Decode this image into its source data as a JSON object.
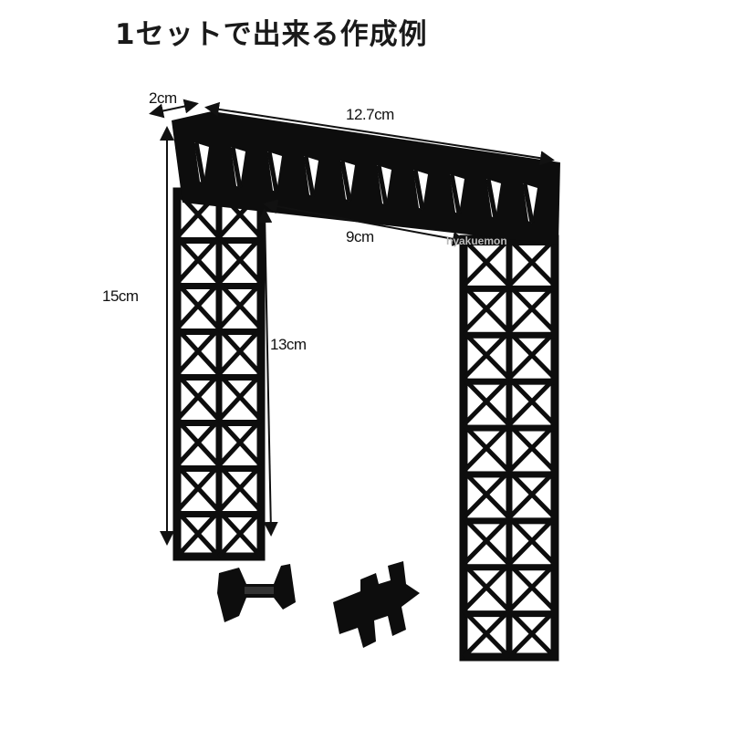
{
  "title": "1セットで出来る作成例",
  "dimensions": {
    "depth": "2cm",
    "width": "12.7cm",
    "inner_width": "9cm",
    "height": "15cm",
    "inner_height": "13cm"
  },
  "watermark": "hyakuemon",
  "colors": {
    "part": "#0d0d0d",
    "arrow": "#111111"
  }
}
